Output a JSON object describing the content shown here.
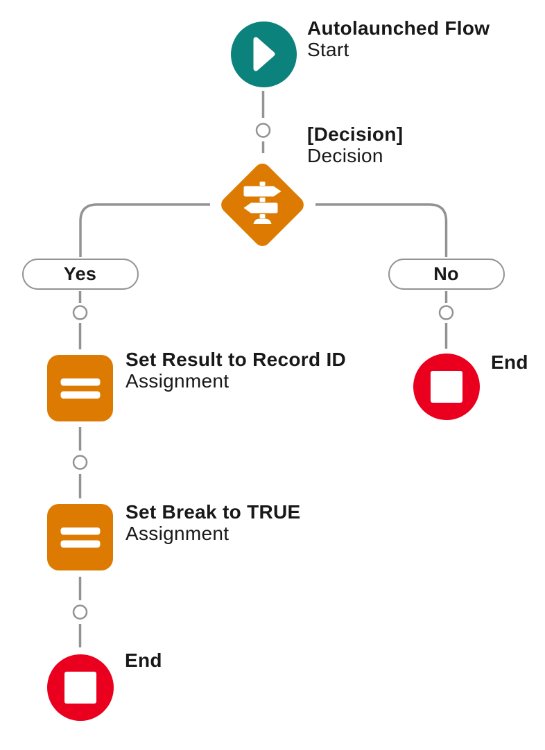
{
  "app": "Flow Builder Canvas",
  "colors": {
    "start_node": "#0B827C",
    "decision_node": "#DD7A01",
    "assignment_node": "#DD7A01",
    "end_node": "#EA001E",
    "connector": "#939393",
    "text": "#181818",
    "background": "#ffffff"
  },
  "flow": {
    "start": {
      "title": "Autolaunched Flow",
      "subtitle": "Start",
      "icon": "play-icon"
    },
    "decision": {
      "title": "[Decision]",
      "subtitle": "Decision",
      "icon": "signpost-icon"
    },
    "branches": [
      {
        "label": "Yes"
      },
      {
        "label": "No"
      }
    ],
    "yes_path": [
      {
        "title": "Set Result to Record ID",
        "subtitle": "Assignment",
        "icon": "equals-icon"
      },
      {
        "title": "Set Break to TRUE",
        "subtitle": "Assignment",
        "icon": "equals-icon"
      },
      {
        "label": "End",
        "icon": "stop-icon"
      }
    ],
    "no_path": [
      {
        "label": "End",
        "icon": "stop-icon"
      }
    ]
  }
}
